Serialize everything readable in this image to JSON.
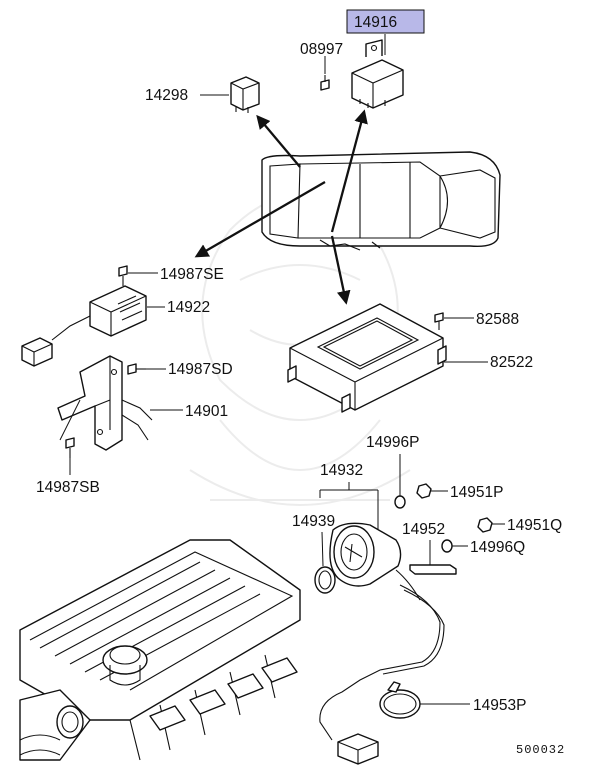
{
  "highlight_color": "#b8b8e8",
  "parts": {
    "p14916": "14916",
    "p08997": "08997",
    "p14298": "14298",
    "p14987SE": "14987SE",
    "p14922": "14922",
    "p14987SD": "14987SD",
    "p14901": "14901",
    "p14987SB": "14987SB",
    "p82588": "82588",
    "p82522": "82522",
    "p14996P": "14996P",
    "p14932": "14932",
    "p14951P": "14951P",
    "p14939": "14939",
    "p14952": "14952",
    "p14951Q": "14951Q",
    "p14996Q": "14996Q",
    "p14953P": "14953P"
  },
  "diagram_number": "500032",
  "icons": [
    "relay-icon",
    "bolt-icon",
    "car-outline-icon",
    "ecu-box-icon",
    "sensor-icon",
    "bracket-icon",
    "engine-icon",
    "connector-icon",
    "hose-clamp-icon"
  ]
}
